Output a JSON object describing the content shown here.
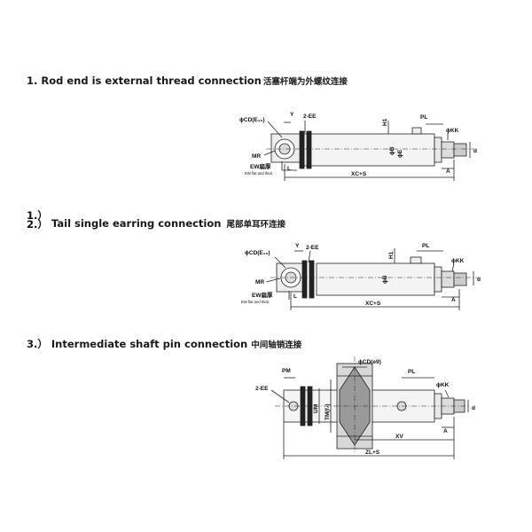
{
  "sections": [
    {
      "number": "1.",
      "title_en": "Rod end is external thread connection",
      "title_cn": "活塞杆端为外螺纹连接"
    },
    {
      "number_top": "1.）",
      "number_bottom": "2.）",
      "title_en": "Tail single earring connection",
      "title_cn": "尾部单耳环连接"
    },
    {
      "number": "3.）",
      "title_en": "Intermediate shaft pin connection",
      "title_cn": "中间轴销连接"
    }
  ],
  "diagram1": {
    "cd": "ϕCD(E₁₀)",
    "y": "Y",
    "ee": "2-EE",
    "h1": "H1",
    "pl": "PL",
    "kk": "ϕKK",
    "mr": "MR",
    "ew": "EW扁厚",
    "ew_note": "EW flat and thick",
    "l": "L",
    "bore": "ϕB",
    "axis": "ϕE",
    "d": "d",
    "a": "A",
    "xc": "XC+S"
  },
  "diagram2": {
    "cd": "ϕCD(E₁₀)",
    "y": "Y",
    "ee": "2-EE",
    "h1": "H1",
    "pl": "PL",
    "kk": "ϕKK",
    "mr": "MR",
    "ew": "EW扁厚",
    "ew_note": "EW flat and thick",
    "l": "L",
    "bore": "ϕB",
    "d": "d",
    "a": "A",
    "xc": "XC+S"
  },
  "diagram3": {
    "pm": "PM",
    "cd": "ϕCD(e9)",
    "pl": "PL",
    "kk": "ϕKK",
    "ee": "2-EE",
    "um": "UM",
    "tm": "TM(f₇)",
    "d": "d",
    "a": "A",
    "xv": "XV",
    "zl": "ZL+S"
  }
}
